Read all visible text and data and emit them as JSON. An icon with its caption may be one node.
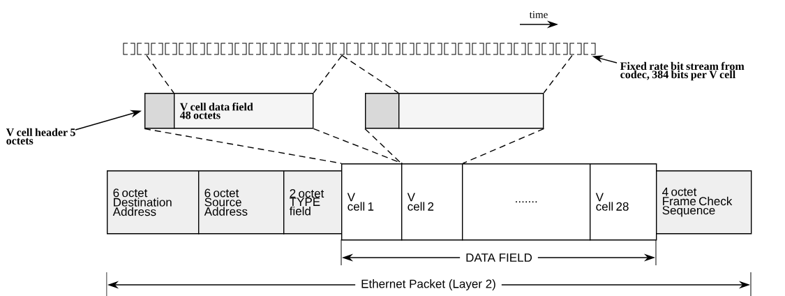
{
  "diagram": {
    "nodes": [
      {
        "text": [],
        "shape": "bar"
      },
      {
        "text": [],
        "shape": "box"
      },
      {
        "text": [
          "V cell data field",
          "48 octets"
        ]
      },
      {
        "text": [],
        "shape": "box"
      },
      {
        "text": [],
        "shape": "box"
      },
      {
        "text": [
          "V cell header 5 octets"
        ]
      },
      {
        "text": [
          "Fixed rate bit stream from codec, 384 bits per V cell"
        ]
      },
      {
        "text": [
          "6 octet Destination Address"
        ]
      },
      {
        "text": [
          "6 octet Source Address"
        ]
      },
      {
        "text": [
          "2 octet TYPE field"
        ]
      },
      {
        "text": [
          "V",
          "cell 1"
        ]
      },
      {
        "text": [
          "V",
          "cell 2"
        ]
      },
      {
        "text": [
          "......."
        ]
      },
      {
        "text": [
          "V",
          "cell 28"
        ]
      },
      {
        "text": [
          "4 octet Frame Check Sequence"
        ]
      }
    ],
    "edges": [
      {
        "from": 0,
        "to": 2,
        "arrow": "none",
        "style": "dashed"
      },
      {
        "from": 0,
        "to": 2,
        "arrow": "none",
        "style": "dashed"
      },
      {
        "from": 0,
        "to": 4,
        "arrow": "none",
        "style": "dashed"
      },
      {
        "from": 0,
        "to": 4,
        "arrow": "none",
        "style": "dashed"
      },
      {
        "from": 1,
        "to": 10,
        "arrow": "none",
        "style": "dashed"
      },
      {
        "from": 2,
        "to": 10,
        "arrow": "none",
        "style": "dashed"
      },
      {
        "from": 3,
        "to": 11,
        "arrow": "none",
        "style": "dashed"
      },
      {
        "from": 4,
        "to": 11,
        "arrow": "none",
        "style": "dashed"
      },
      {
        "from": 5,
        "to": 1,
        "arrow": "to"
      },
      {
        "from": 6,
        "to": 0,
        "arrow": "to"
      }
    ],
    "labels": [
      "time",
      "DATA FIELD",
      "Ethernet Packet (Layer 2)"
    ]
  }
}
